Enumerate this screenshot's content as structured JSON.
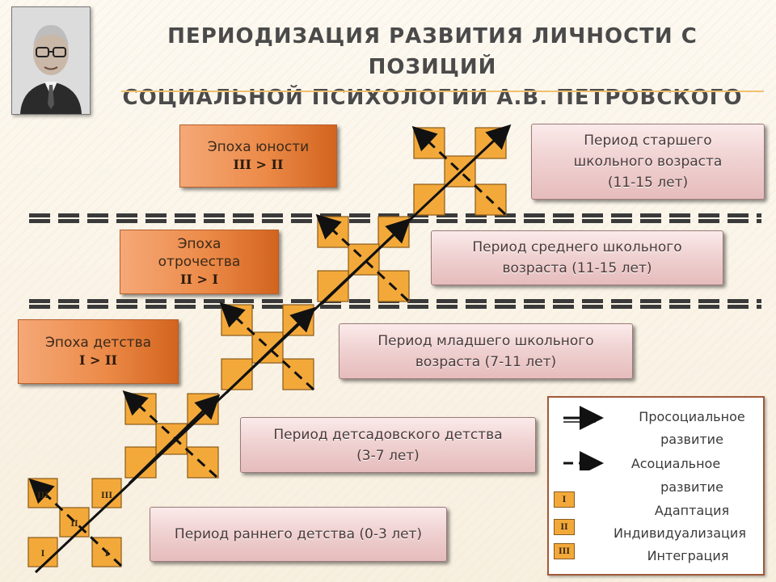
{
  "title": {
    "line1": "ПЕРИОДИЗАЦИЯ РАЗВИТИЯ ЛИЧНОСТИ С ПОЗИЦИЙ",
    "line2": "СОЦИАЛЬНОЙ ПСИХОЛОГИИ А.В. ПЕТРОВСКОГО"
  },
  "epochs": [
    {
      "line1": "Эпоха юности",
      "line2": "",
      "relation": "III > II"
    },
    {
      "line1": "Эпоха",
      "line2": "отрочества",
      "relation": "II > I"
    },
    {
      "line1": "Эпоха детства",
      "line2": "",
      "relation": "I > II"
    }
  ],
  "periods": [
    {
      "line1": "Период старшего",
      "line2": "школьного возраста",
      "line3": "(11-15 лет)"
    },
    {
      "line1": "Период среднего школьного",
      "line2": "возраста (11-15 лет)"
    },
    {
      "line1": "Период младшего школьного",
      "line2": "возраста (7-11 лет)"
    },
    {
      "line1": "Период детсадовского детства",
      "line2": "(3-7 лет)"
    },
    {
      "line1": "Период раннего детства (0-3 лет)"
    }
  ],
  "cross_labels": {
    "top_left": "III",
    "top_right": "III",
    "center": "II",
    "bottom_left": "I",
    "bottom_right": "I"
  },
  "legend": {
    "prosocial_1": "Просоциальное",
    "prosocial_2": "развитие",
    "asocial_1": "Асоциальное",
    "asocial_2": "развитие",
    "adaptation_mark": "I",
    "adaptation": "Адаптация",
    "individualization_mark": "II",
    "individualization": "Индивидуализация",
    "integration_mark": "III",
    "integration": "Интеграция"
  },
  "colors": {
    "square_fill": "#f3a93a",
    "epoch_fill": "#ec8a48",
    "period_fill": "#f0d2d2",
    "legend_border": "#a05a3a"
  }
}
